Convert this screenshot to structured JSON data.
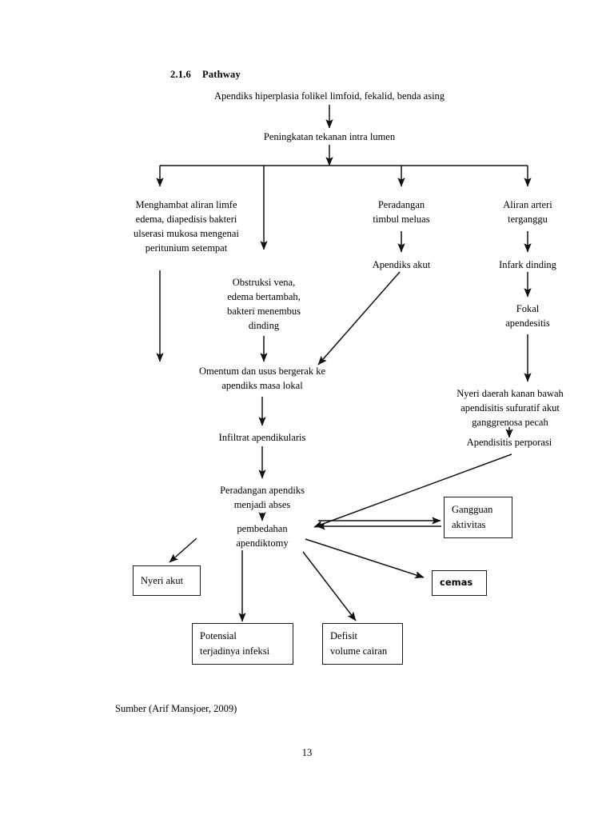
{
  "document": {
    "heading_number": "2.1.6",
    "heading_title": "Pathway",
    "source_note": "Sumber (Arif Mansjoer, 2009)",
    "page_number": "13"
  },
  "chart_data": {
    "type": "diagram",
    "title": "Pathway",
    "nodes": [
      {
        "id": "n1",
        "label": "Apendiks hiperplasia folikel limfoid, fekalid, benda asing",
        "shape": "text"
      },
      {
        "id": "n2",
        "label": "Peningkatan tekanan intra lumen",
        "shape": "text"
      },
      {
        "id": "n3",
        "label": "Menghambat aliran limfe\nedema, diapedisis bakteri\nulserasi mukosa mengenai\nperitunium setempat",
        "shape": "text"
      },
      {
        "id": "n4",
        "label": "Obstruksi vena,\nedema bertambah,\nbakteri menembus\ndinding",
        "shape": "text"
      },
      {
        "id": "n5",
        "label": "Peradangan\ntimbul meluas",
        "shape": "text"
      },
      {
        "id": "n6",
        "label": "Aliran arteri\nterganggu",
        "shape": "text"
      },
      {
        "id": "n7",
        "label": "Apendiks akut",
        "shape": "text"
      },
      {
        "id": "n8",
        "label": "Infark dinding",
        "shape": "text"
      },
      {
        "id": "n9",
        "label": "Fokal\napendesitis",
        "shape": "text"
      },
      {
        "id": "n10",
        "label": "Omentum dan usus bergerak ke\napendiks masa lokal",
        "shape": "text"
      },
      {
        "id": "n11",
        "label": "Nyeri daerah kanan bawah\napendisitis sufuratif akut\nganggrenosa pecah",
        "shape": "text"
      },
      {
        "id": "n12",
        "label": "Infiltrat apendikularis",
        "shape": "text"
      },
      {
        "id": "n13",
        "label": "Apendisitis perporasi",
        "shape": "text"
      },
      {
        "id": "n14",
        "label": "Peradangan apendiks\nmenjadi abses",
        "shape": "text"
      },
      {
        "id": "n15",
        "label": "pembedahan\napendiktomy",
        "shape": "text"
      },
      {
        "id": "n16",
        "label": "Gangguan\naktivitas",
        "shape": "box"
      },
      {
        "id": "n17",
        "label": "Nyeri akut",
        "shape": "box"
      },
      {
        "id": "n18",
        "label": "cemas",
        "shape": "box"
      },
      {
        "id": "n19",
        "label": "Potensial\nterjadinya infeksi",
        "shape": "box"
      },
      {
        "id": "n20",
        "label": "Defisit\nvolume cairan",
        "shape": "box"
      }
    ],
    "edges": [
      {
        "from": "n1",
        "to": "n2"
      },
      {
        "from": "n2",
        "to": "n3"
      },
      {
        "from": "n2",
        "to": "n4"
      },
      {
        "from": "n2",
        "to": "n5"
      },
      {
        "from": "n2",
        "to": "n6"
      },
      {
        "from": "n3",
        "to": "n10"
      },
      {
        "from": "n4",
        "to": "n10"
      },
      {
        "from": "n5",
        "to": "n7"
      },
      {
        "from": "n6",
        "to": "n8"
      },
      {
        "from": "n7",
        "to": "n10"
      },
      {
        "from": "n8",
        "to": "n9"
      },
      {
        "from": "n9",
        "to": "n11"
      },
      {
        "from": "n10",
        "to": "n12"
      },
      {
        "from": "n11",
        "to": "n13"
      },
      {
        "from": "n12",
        "to": "n14"
      },
      {
        "from": "n14",
        "to": "n15"
      },
      {
        "from": "n13",
        "to": "n15"
      },
      {
        "from": "n16",
        "to": "n15"
      },
      {
        "from": "n15",
        "to": "n16"
      },
      {
        "from": "n15",
        "to": "n17"
      },
      {
        "from": "n15",
        "to": "n18"
      },
      {
        "from": "n15",
        "to": "n19"
      },
      {
        "from": "n15",
        "to": "n20"
      }
    ]
  }
}
